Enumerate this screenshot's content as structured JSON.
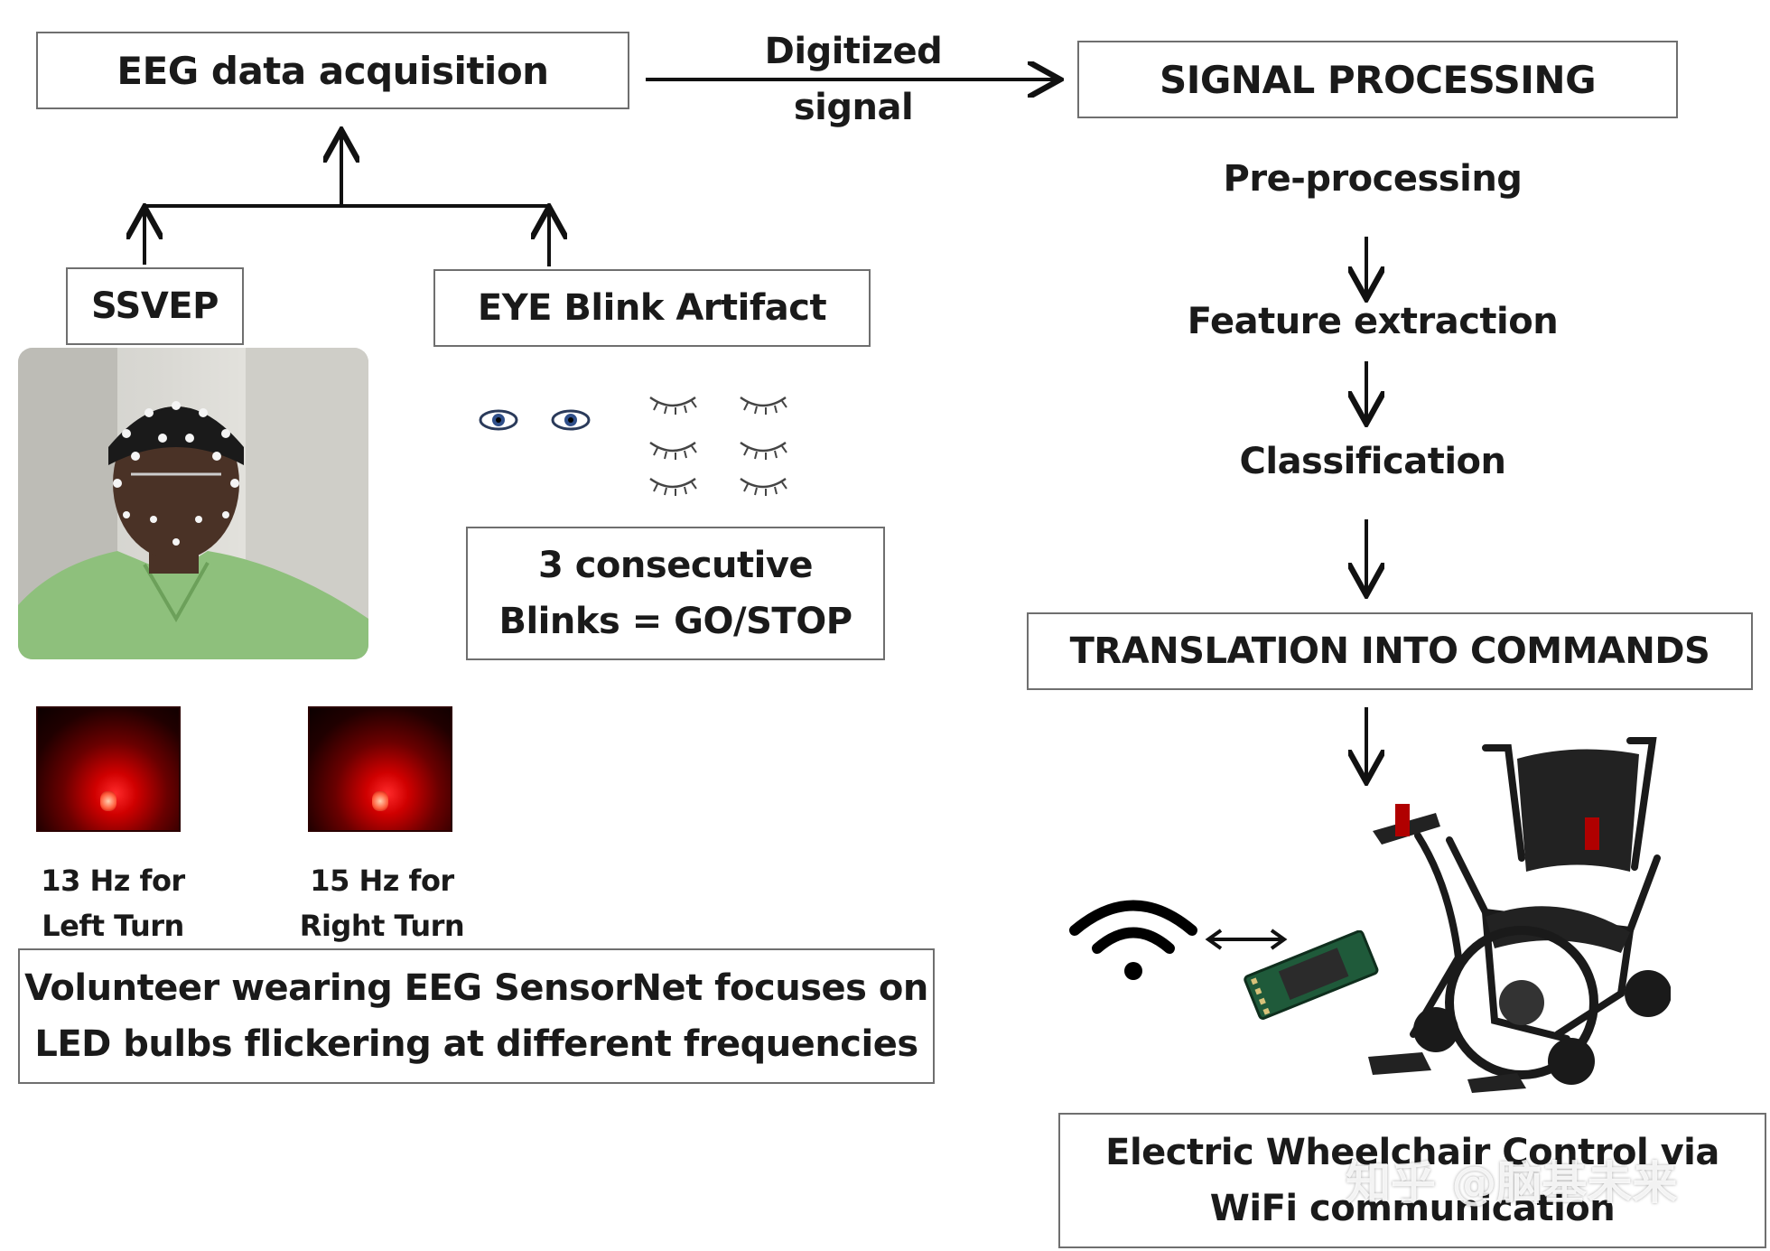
{
  "boxes": {
    "eeg_acquisition": "EEG data acquisition",
    "signal_processing": "SIGNAL PROCESSING",
    "ssvep": "SSVEP",
    "eye_blink": "EYE Blink Artifact",
    "blinks_line1": "3 consecutive",
    "blinks_line2": "Blinks = GO/STOP",
    "translation": "TRANSLATION INTO COMMANDS",
    "volunteer_line1": "Volunteer wearing EEG SensorNet focuses on",
    "volunteer_line2": "LED  bulbs flickering at different frequencies",
    "wheelchair_line1": "Electric Wheelchair Control via",
    "wheelchair_line2": "WiFi communication"
  },
  "edge_label": {
    "line1": "Digitized",
    "line2": "signal"
  },
  "processing_steps": [
    "Pre-processing",
    "Feature extraction",
    "Classification"
  ],
  "led_labels": {
    "left_line1": "13 Hz for",
    "left_line2": "Left Turn",
    "right_line1": "15 Hz for",
    "right_line2": "Right Turn"
  },
  "watermark": "知乎 @脑基未来",
  "icons": [
    "open-eye-icon",
    "closed-eye-icon",
    "wifi-icon",
    "bidirectional-arrow-icon",
    "wifi-module-icon",
    "wheelchair-icon",
    "person-eeg-cap-photo",
    "led-bulb-icon"
  ],
  "colors": {
    "box_border": "#6f6f6f",
    "text": "#1a1a1a",
    "led_red": "#e00000",
    "photo_shirt": "#8ec07c"
  }
}
